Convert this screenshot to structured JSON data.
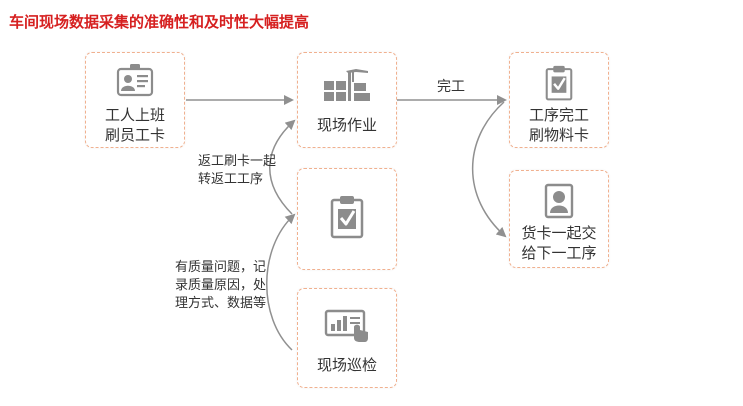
{
  "title": "车间现场数据采集的准确性和及时性大幅提高",
  "nodes": {
    "clock_in": {
      "line1": "工人上班",
      "line2": "刷员工卡",
      "icon": "id-card-icon"
    },
    "onsite_work": {
      "line1": "现场作业",
      "icon": "factory-icon"
    },
    "quality_check": {
      "icon": "clipboard-check-icon"
    },
    "inspection": {
      "line1": "现场巡检",
      "icon": "tablet-touch-icon"
    },
    "process_done": {
      "line1": "工序完工",
      "line2": "刷物料卡",
      "icon": "clipboard-check-icon"
    },
    "hand_over": {
      "line1": "货卡一起交",
      "line2": "给下一工序",
      "icon": "person-badge-icon"
    }
  },
  "annotations": {
    "complete": "完工",
    "rework": {
      "line1": "返工刷卡一起",
      "line2": "转返工工序"
    },
    "quality": {
      "line1": "有质量问题，记",
      "line2": "录质量原因，处",
      "line3": "理方式、数据等"
    }
  },
  "colors": {
    "title": "#d62020",
    "node_border": "#f0b08f",
    "icon": "#8c8c8c",
    "arrow": "#909090",
    "text": "#333333"
  }
}
